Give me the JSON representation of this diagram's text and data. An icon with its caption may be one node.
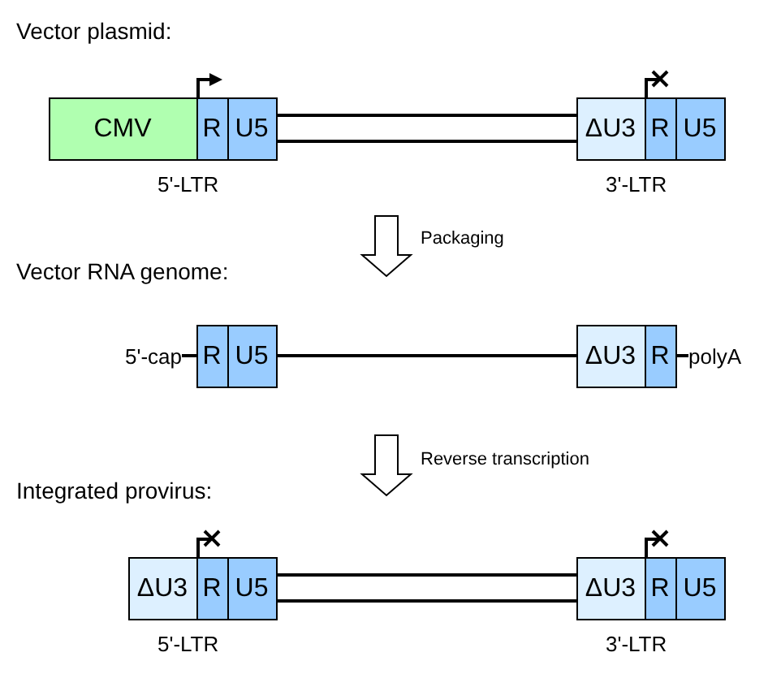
{
  "diagram": {
    "nodes": [
      {
        "text": [
          "CMV"
        ]
      },
      {
        "text": [
          "R"
        ]
      },
      {
        "text": [
          "U5"
        ]
      },
      {
        "text": [
          "ΔU3"
        ]
      },
      {
        "text": [
          "R"
        ]
      },
      {
        "text": [
          "U5"
        ]
      },
      {
        "text": [
          "5'-cap"
        ]
      },
      {
        "text": [
          "R"
        ]
      },
      {
        "text": [
          "U5"
        ]
      },
      {
        "text": [
          "ΔU3"
        ]
      },
      {
        "text": [
          "R"
        ]
      },
      {
        "text": [
          "polyA"
        ]
      },
      {
        "text": [
          "ΔU3"
        ]
      },
      {
        "text": [
          "R"
        ]
      },
      {
        "text": [
          "U5"
        ]
      },
      {
        "text": [
          "ΔU3"
        ]
      },
      {
        "text": [
          "R"
        ]
      },
      {
        "text": [
          "U5"
        ]
      }
    ],
    "edges": [
      {
        "from": 2,
        "to": 3,
        "arrow": "none"
      },
      {
        "from": 6,
        "to": 7,
        "arrow": "none"
      },
      {
        "from": 8,
        "to": 9,
        "arrow": "none"
      },
      {
        "from": 10,
        "to": 11,
        "arrow": "none"
      },
      {
        "from": 14,
        "to": 15,
        "arrow": "none"
      }
    ],
    "labels": [
      "Vector plasmid:",
      "5'-LTR",
      "3'-LTR",
      "Packaging",
      "Vector RNA genome:",
      "Reverse transcription",
      "Integrated provirus:",
      "5'-LTR",
      "3'-LTR"
    ]
  }
}
